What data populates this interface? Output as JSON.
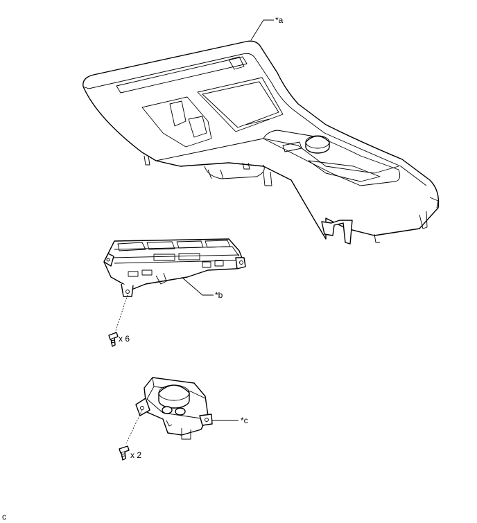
{
  "callouts": {
    "a": "*a",
    "b": "*b",
    "c": "*c"
  },
  "quantities": {
    "screw_b": "x 6",
    "screw_c": "x 2"
  },
  "figure_code": "c"
}
